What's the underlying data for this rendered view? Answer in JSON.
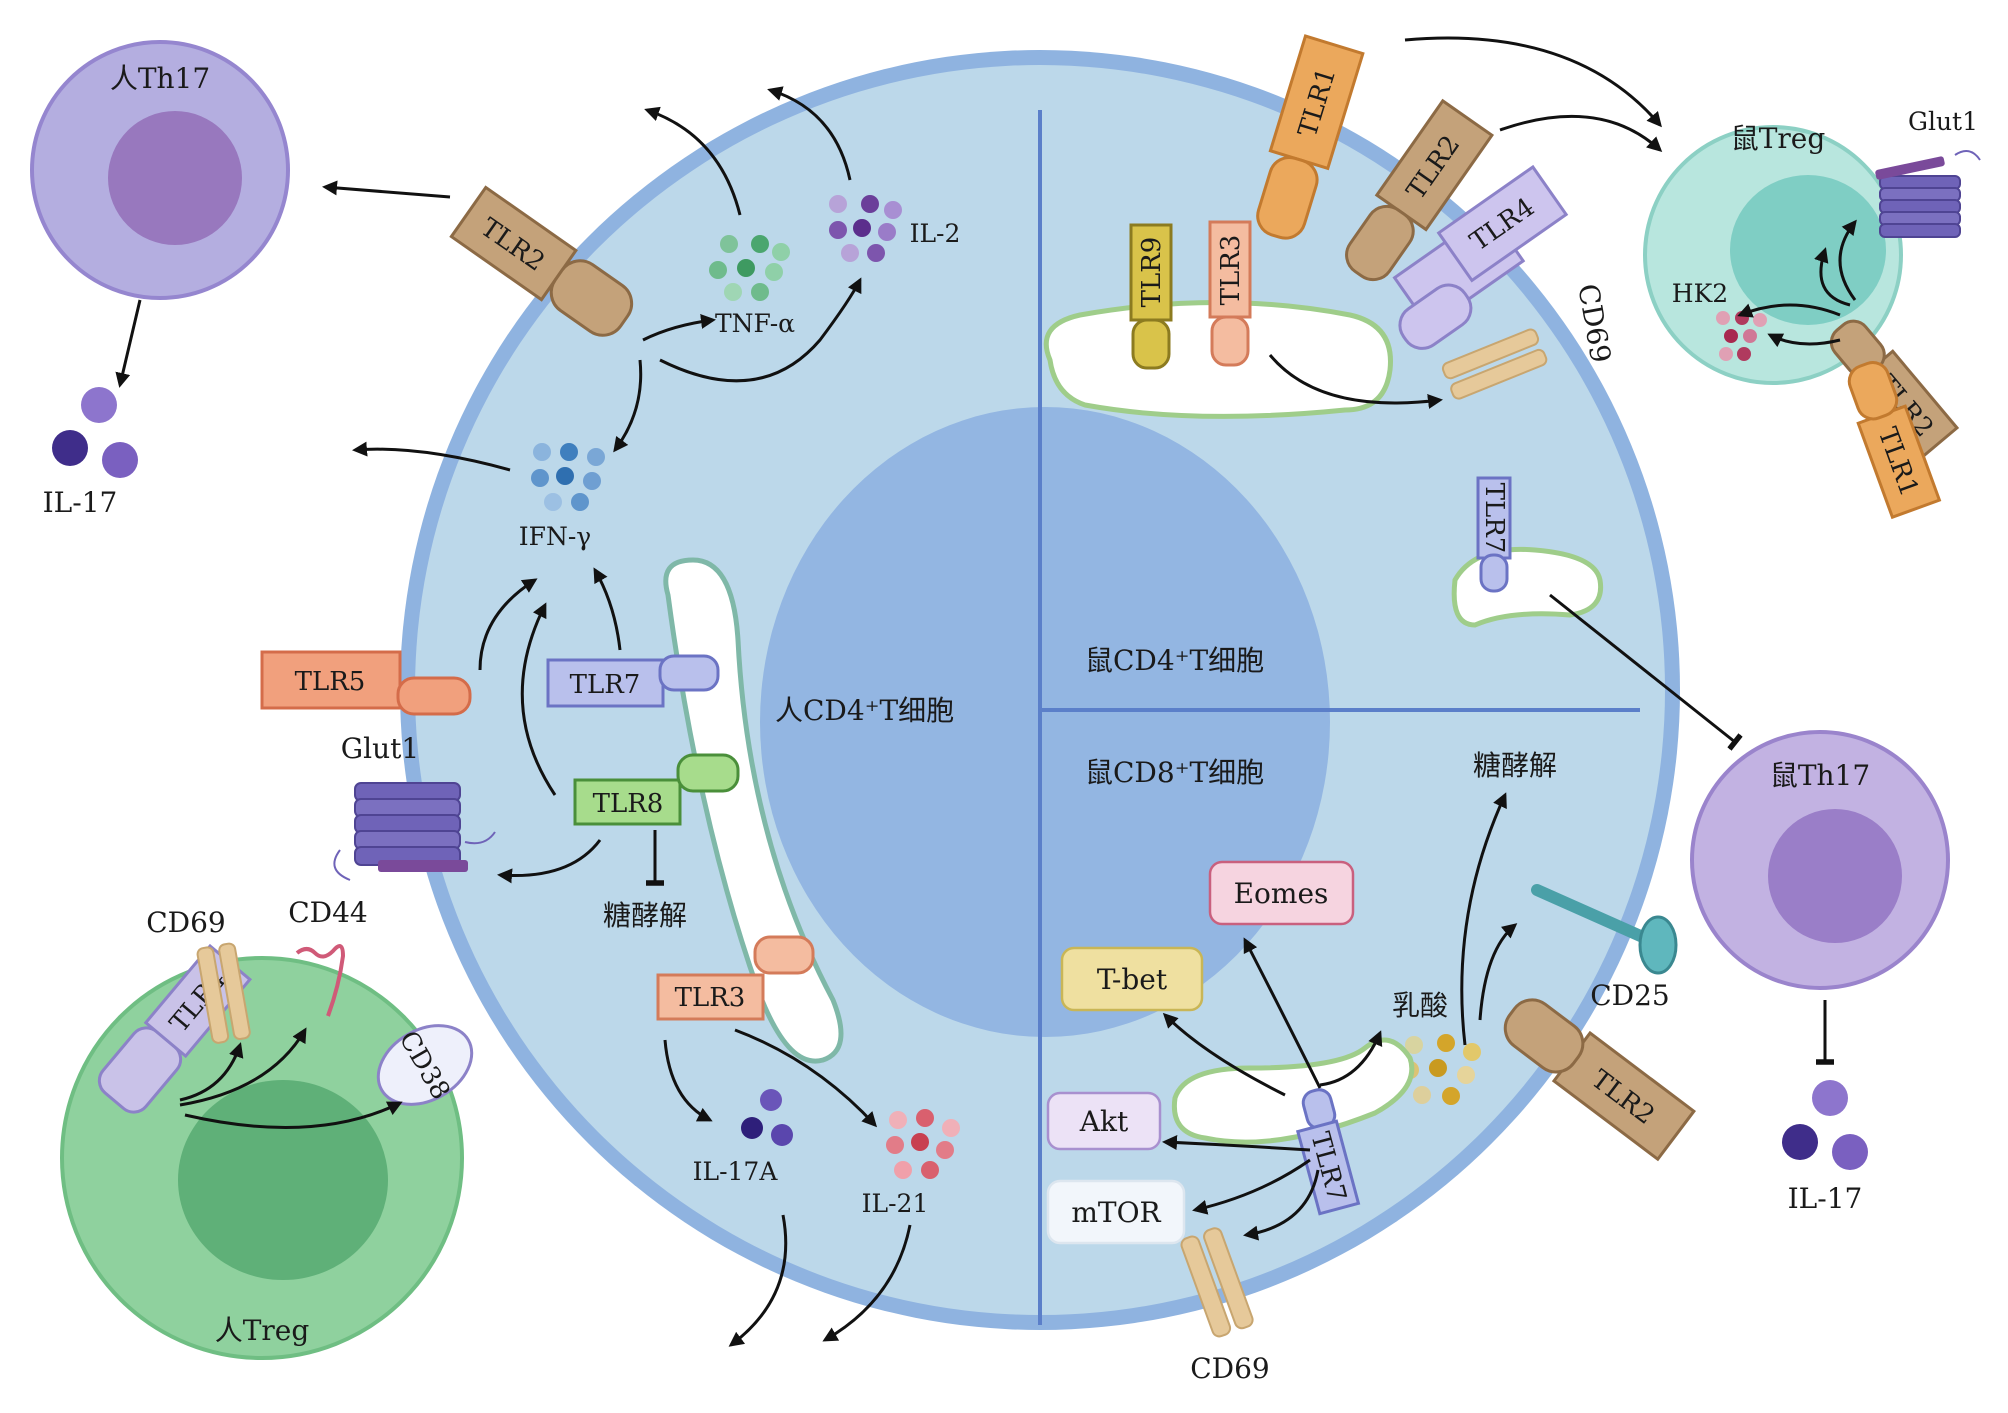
{
  "colors": {
    "cell_outer": "#8fb3e0",
    "cell_fill": "#bcd8ea",
    "nucleus": "#93b6e2",
    "divider": "#5b7fc9",
    "human_th17": "#b4aee0",
    "human_treg": "#8fd19e",
    "mouse_treg": "#b8e6de",
    "mouse_th17": "#c2b2e2"
  },
  "main_cell": {
    "human_cd4_label": "人CD4⁺T细胞",
    "mouse_cd4_label": "鼠CD4⁺T细胞",
    "mouse_cd8_label": "鼠CD8⁺T细胞"
  },
  "cells": {
    "human_th17": "人Th17",
    "human_treg": "人Treg",
    "mouse_treg": "鼠Treg",
    "mouse_th17": "鼠Th17"
  },
  "receptors": {
    "human_tlr2": "TLR2",
    "human_tlr5": "TLR5",
    "human_tlr7": "TLR7",
    "human_tlr8": "TLR8",
    "human_tlr3": "TLR3",
    "treg_tlr4": "TLR4",
    "mouse_tlr1": "TLR1",
    "mouse_tlr2": "TLR2",
    "mouse_tlr4": "TLR4",
    "mouse_tlr9": "TLR9",
    "mouse_tlr3": "TLR3",
    "mouse_tlr7": "TLR7",
    "cd8_tlr7": "TLR7",
    "cd8_tlr2": "TLR2",
    "mtreg_tlr2": "TLR2",
    "mtreg_tlr1": "TLR1"
  },
  "labels": {
    "il17_left": "IL-17",
    "il17_right": "IL-17",
    "tnf": "TNF-α",
    "il2": "IL-2",
    "ifn": "IFN-γ",
    "glut1_left": "Glut1",
    "glut1_right": "Glut1",
    "cd44": "CD44",
    "cd69_treg": "CD69",
    "cd38": "CD38",
    "glycolysis_left": "糖酵解",
    "il17a": "IL-17A",
    "il21": "IL-21",
    "cd69_mouse": "CD69",
    "hk2": "HK2",
    "glycolysis_right": "糖酵解",
    "lactate": "乳酸",
    "cd25": "CD25",
    "cd69_cd8": "CD69"
  },
  "boxes": {
    "eomes": "Eomes",
    "tbet": "T-bet",
    "akt": "Akt",
    "mtor": "mTOR"
  }
}
